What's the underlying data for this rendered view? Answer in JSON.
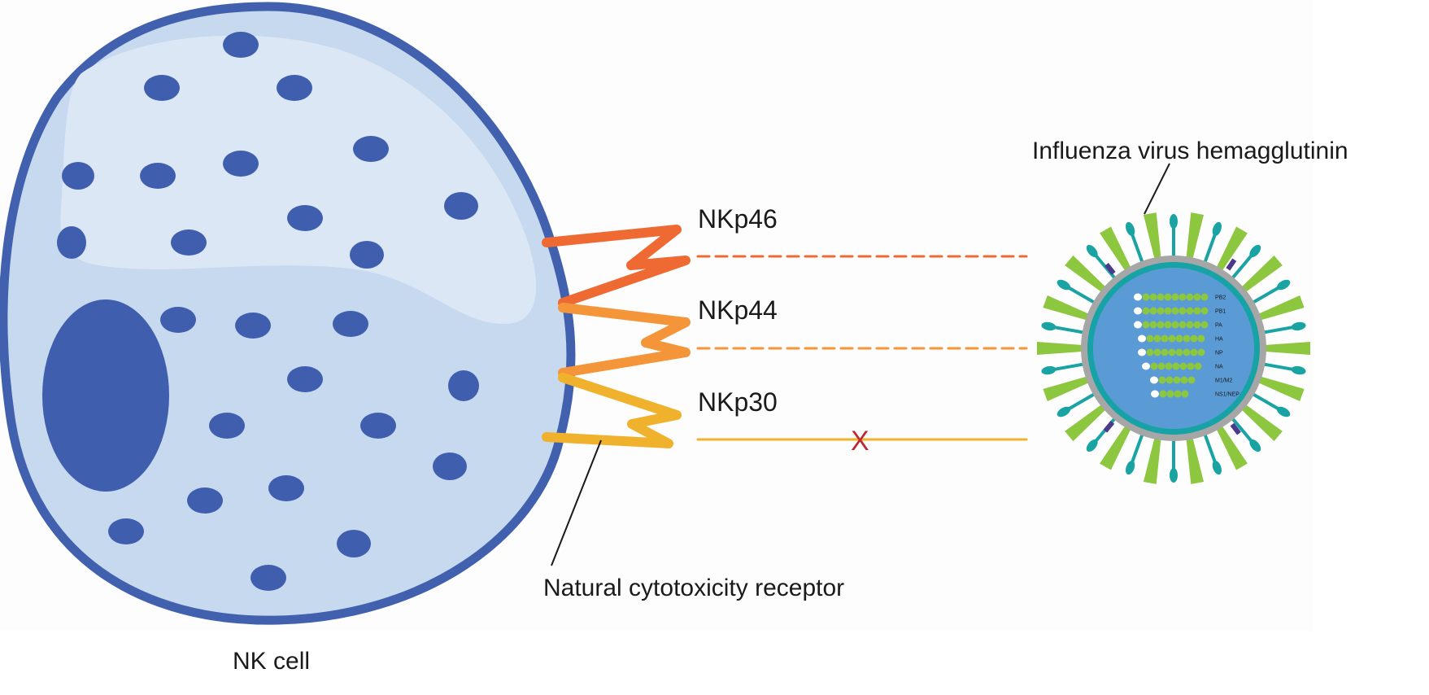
{
  "labels": {
    "nk_cell": "NK cell",
    "influenza_hemagglutinin": "Influenza virus hemagglutinin",
    "natural_cytotoxicity_receptor": "Natural cytotoxicity receptor",
    "cross_mark": "X"
  },
  "receptors": [
    {
      "id": "nkp46",
      "label": "NKp46",
      "color": "#ee6a32",
      "connection": "dashed"
    },
    {
      "id": "nkp44",
      "label": "NKp44",
      "color": "#f5953a",
      "connection": "dashed"
    },
    {
      "id": "nkp30",
      "label": "NKp30",
      "color": "#f0b22c",
      "connection": "solid-blocked"
    }
  ],
  "virus_segments": [
    "PB2",
    "PB1",
    "PA",
    "HA",
    "NP",
    "NA",
    "M1/M2",
    "NS1/NEP"
  ],
  "colors": {
    "cell_membrane": "#4160ae",
    "cell_cytoplasm": "#c6d9ef",
    "cell_highlight": "#dbe7f5",
    "organelle": "#3f5fae",
    "virus_core": "#5b9bd5",
    "virus_ring": "#17a2a6",
    "virus_envelope": "#a6a6a6",
    "hemagglutinin": "#8dc63f",
    "neuraminidase": "#1aa3a3",
    "cross_mark": "#c0282d"
  }
}
